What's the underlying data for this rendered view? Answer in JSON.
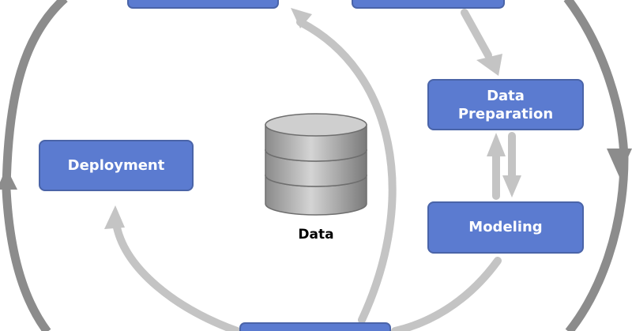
{
  "diagram": {
    "boxes": {
      "data_preparation": {
        "line1": "Data",
        "line2": "Preparation"
      },
      "modeling": {
        "label": "Modeling"
      },
      "deployment": {
        "label": "Deployment"
      }
    },
    "database_label": "Data"
  },
  "colors": {
    "box_fill": "#5b7bd0",
    "box_border": "#4a64a8",
    "outer_cycle": "#8c8c8c",
    "inner_flow": "#c4c4c4",
    "database": "#a6a6a6"
  }
}
